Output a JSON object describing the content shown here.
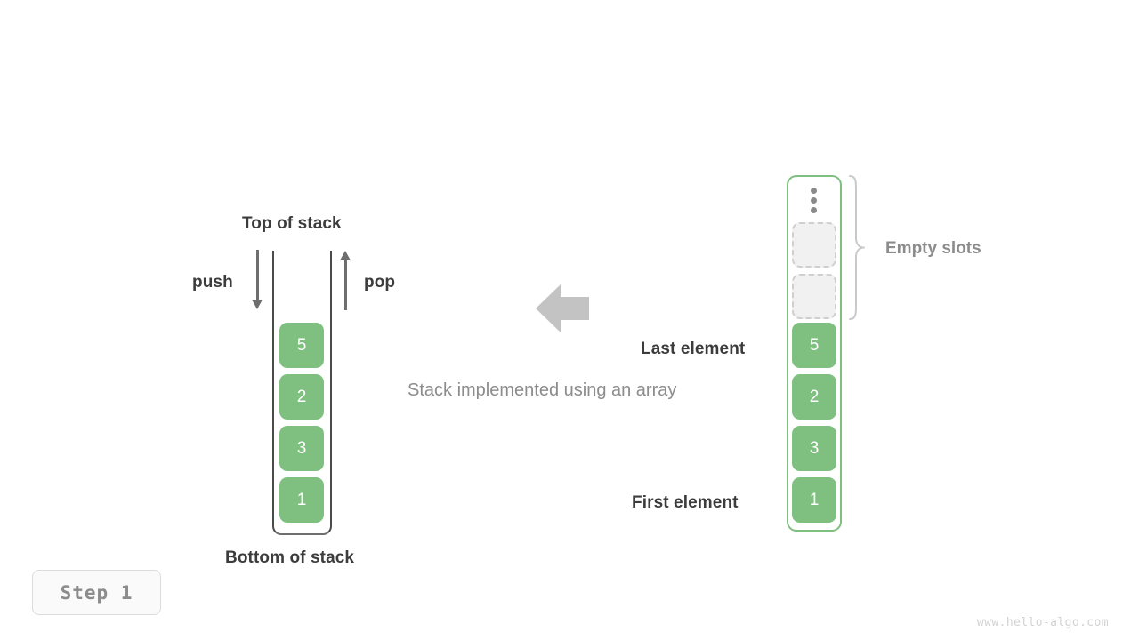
{
  "diagram": {
    "caption": "Stack implemented using an array",
    "watermark": "www.hello-algo.com",
    "step_badge": "Step 1",
    "accent_green": "#7fc081",
    "label_dark": "#3c3c3c",
    "label_grey": "#8c8c8c",
    "arrow_grey": "#6e6e6e",
    "empty_slot_fill": "#f1f1f1",
    "empty_slot_border": "#cfcfcf"
  },
  "left_stack": {
    "top_label": "Top of stack",
    "bottom_label": "Bottom of stack",
    "push_label": "push",
    "pop_label": "pop",
    "items_bottom_to_top": [
      "1",
      "3",
      "2",
      "5"
    ]
  },
  "right_array": {
    "empty_slots_label": "Empty slots",
    "last_element_label": "Last element",
    "first_element_label": "First element",
    "ellipsis_icon": "vertical-ellipsis-icon",
    "items_first_to_last": [
      "1",
      "3",
      "2",
      "5"
    ],
    "empty_slot_count": 2
  },
  "center": {
    "transform_arrow_icon": "arrow-left-icon"
  }
}
